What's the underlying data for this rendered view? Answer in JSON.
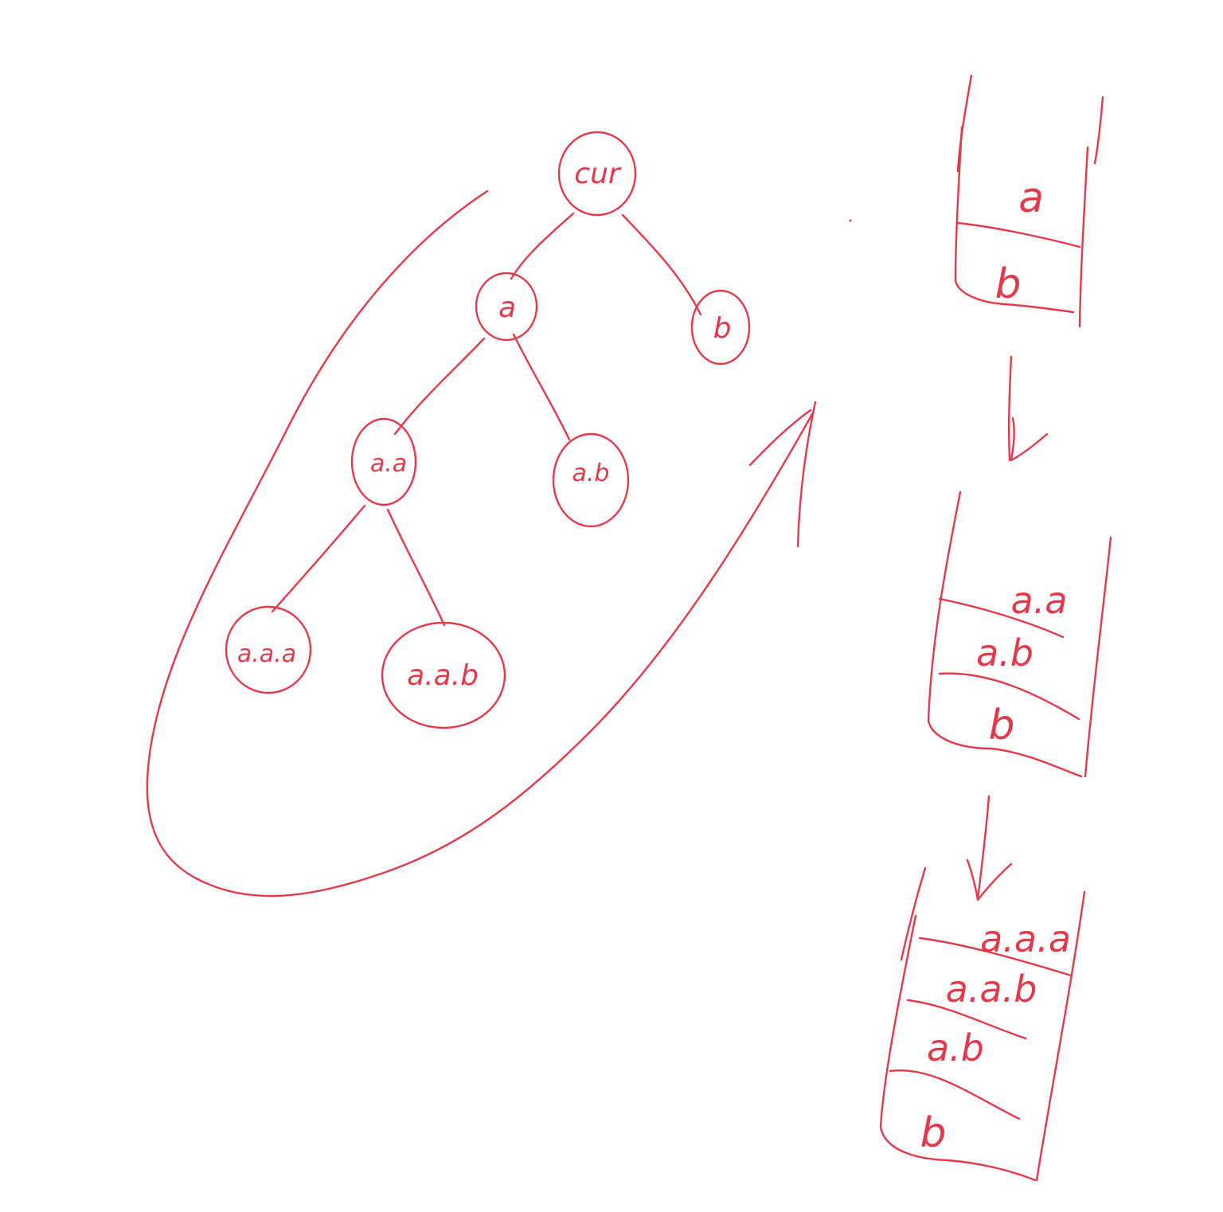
{
  "colors": {
    "ink": "#e23a4d",
    "background": "#ffffff"
  },
  "tree": {
    "nodes": {
      "cur": "cur",
      "a": "a",
      "b": "b",
      "aa": "a.a",
      "ab": "a.b",
      "aaa": "a.a.a",
      "aab": "a.a.b"
    }
  },
  "stacks": [
    {
      "items": [
        "a",
        "b"
      ]
    },
    {
      "items": [
        "a.a",
        "a.b",
        "b"
      ]
    },
    {
      "items": [
        "a.a.a",
        "a.a.b",
        "a.b",
        "b"
      ]
    }
  ]
}
